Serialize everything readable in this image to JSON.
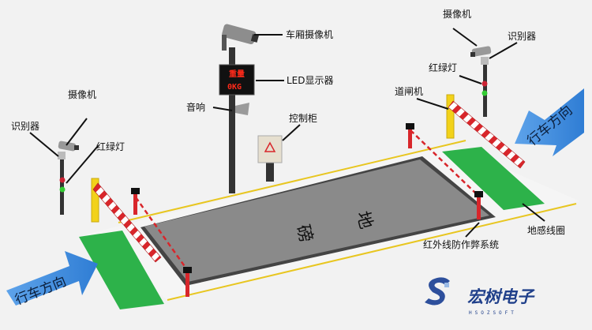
{
  "labels": {
    "cabin_camera": "车厢摄像机",
    "led_display": "LED显示器",
    "speaker": "音响",
    "control_cabinet": "控制柜",
    "camera_left": "摄像机",
    "recognizer_left": "识别器",
    "traffic_light_left": "红绿灯",
    "camera_right": "摄像机",
    "recognizer_right": "识别器",
    "traffic_light_right": "红绿灯",
    "barrier_gate": "道闸机",
    "ground_loop": "地感线圈",
    "infrared_system": "红外线防作弊系统"
  },
  "led": {
    "line1": "重量",
    "line2": "0KG"
  },
  "scale_text": {
    "char1": "地",
    "char2": "磅"
  },
  "directions": {
    "left": "行车方向",
    "right": "行车方向"
  },
  "brand": {
    "name": "宏树电子",
    "sub": "HSOZSOFT"
  },
  "colors": {
    "arrow_blue": "#4a90e2",
    "loop_green": "#2db24a",
    "scale_grey": "#8a8a8a",
    "barrier_red": "#d8262b",
    "gate_yellow": "#f2d21a",
    "led_red": "#ff2a1a"
  }
}
